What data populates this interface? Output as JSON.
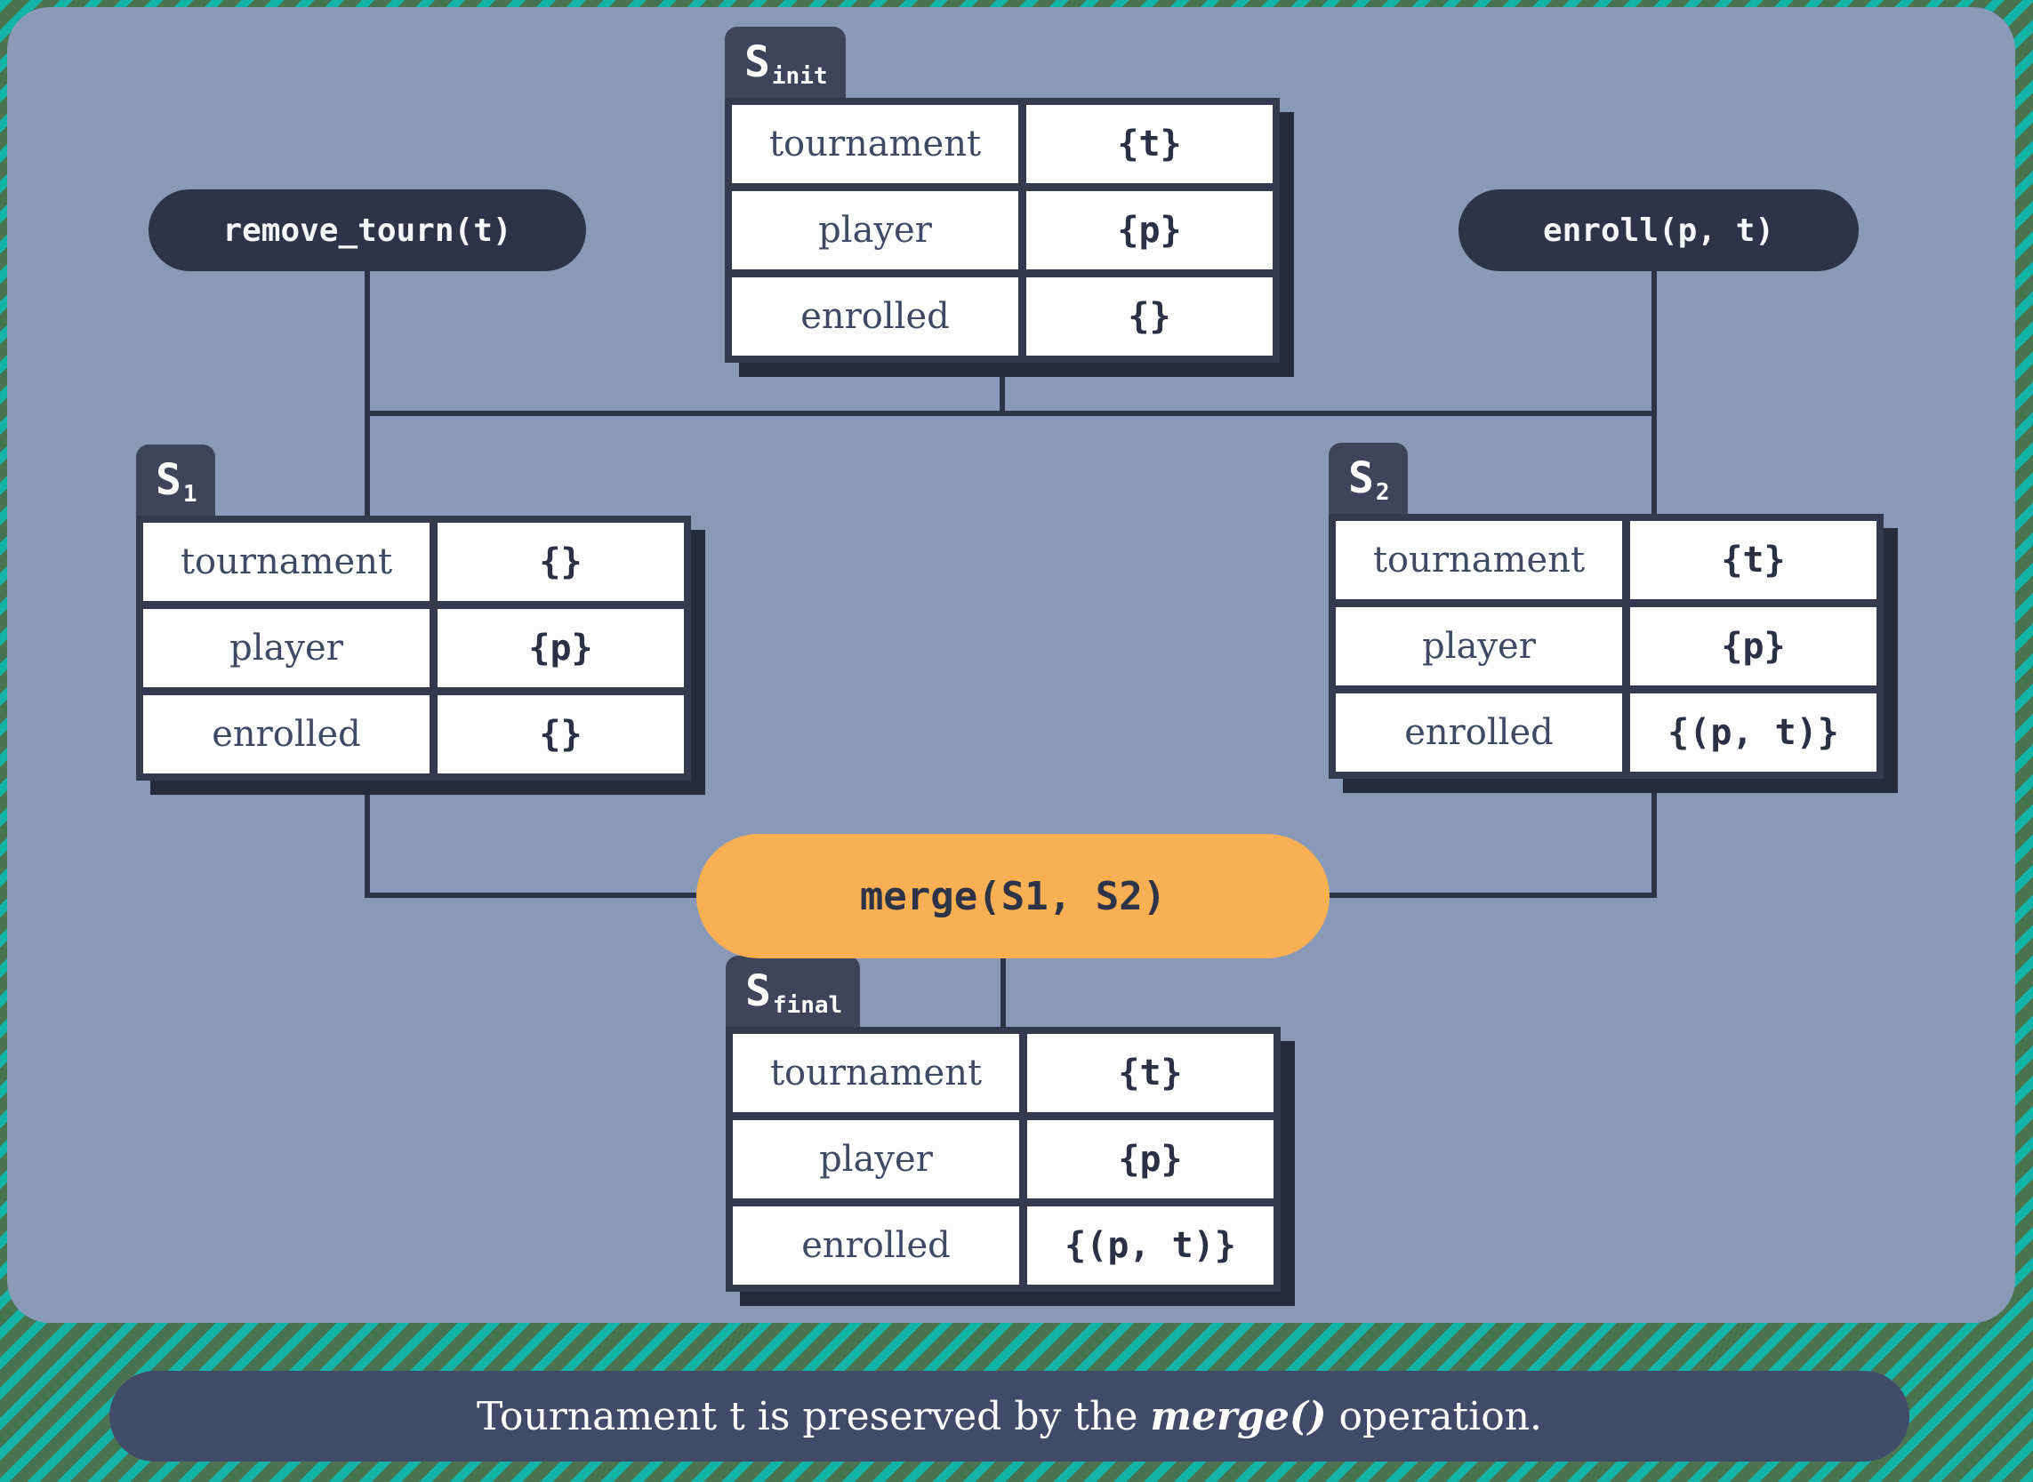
{
  "colors": {
    "panel_bg": "#8b99b8",
    "navy": "#2d3447",
    "tab_bg": "#3e455a",
    "table_border": "#333a4e",
    "table_shadow": "#252b3c",
    "cell_bg": "#fdfdfe",
    "label_text": "#3e4a63",
    "value_text": "#2a3145",
    "merge_orange": "#f9b052",
    "caption_bar_bg": "#414b69",
    "stripe_teal": "#14b3a8",
    "stripe_green": "#4a7450"
  },
  "operations": {
    "remove_tourn": "remove_tourn(t)",
    "enroll": "enroll(p, t)",
    "merge": "merge(S1, S2)"
  },
  "tables": {
    "s_init": {
      "name": "S",
      "subscript": "init",
      "rows": [
        {
          "label": "tournament",
          "value": "{t}"
        },
        {
          "label": "player",
          "value": "{p}"
        },
        {
          "label": "enrolled",
          "value": "{}"
        }
      ]
    },
    "s_1": {
      "name": "S",
      "subscript": "1",
      "rows": [
        {
          "label": "tournament",
          "value": "{}"
        },
        {
          "label": "player",
          "value": "{p}"
        },
        {
          "label": "enrolled",
          "value": "{}"
        }
      ]
    },
    "s_2": {
      "name": "S",
      "subscript": "2",
      "rows": [
        {
          "label": "tournament",
          "value": "{t}"
        },
        {
          "label": "player",
          "value": "{p}"
        },
        {
          "label": "enrolled",
          "value": "{(p, t)}"
        }
      ]
    },
    "s_final": {
      "name": "S",
      "subscript": "final",
      "rows": [
        {
          "label": "tournament",
          "value": "{t}"
        },
        {
          "label": "player",
          "value": "{p}"
        },
        {
          "label": "enrolled",
          "value": "{(p, t)}"
        }
      ]
    }
  },
  "caption": {
    "prefix": "Tournament t is preserved by the ",
    "highlight": "merge()",
    "suffix": " operation."
  }
}
